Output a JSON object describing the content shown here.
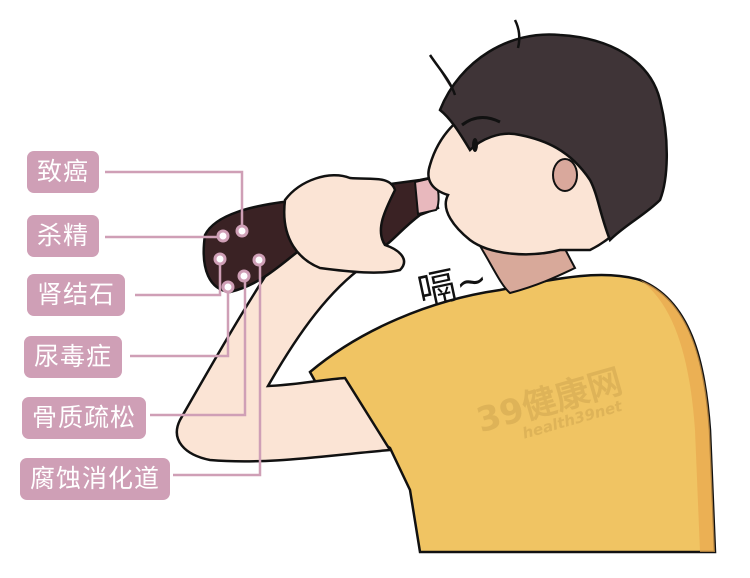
{
  "labels": [
    {
      "id": "cancer",
      "text": "致癌"
    },
    {
      "id": "sperm",
      "text": "杀精"
    },
    {
      "id": "kidney-stone",
      "text": "肾结石"
    },
    {
      "id": "uremia",
      "text": "尿毒症"
    },
    {
      "id": "osteoporosis",
      "text": "骨质疏松"
    },
    {
      "id": "digestive",
      "text": "腐蚀消化道"
    }
  ],
  "sound_effect": "嗝~",
  "watermark": {
    "logo": "39健康网",
    "sub": "health39net"
  },
  "colors": {
    "label_bg": "#cf9fb6",
    "label_text": "#ffffff",
    "connector": "#cf9fb6",
    "hair": "#3f3437",
    "skin": "#fbe4d5",
    "shirt": "#f0c060",
    "cola": "#3a2224"
  }
}
